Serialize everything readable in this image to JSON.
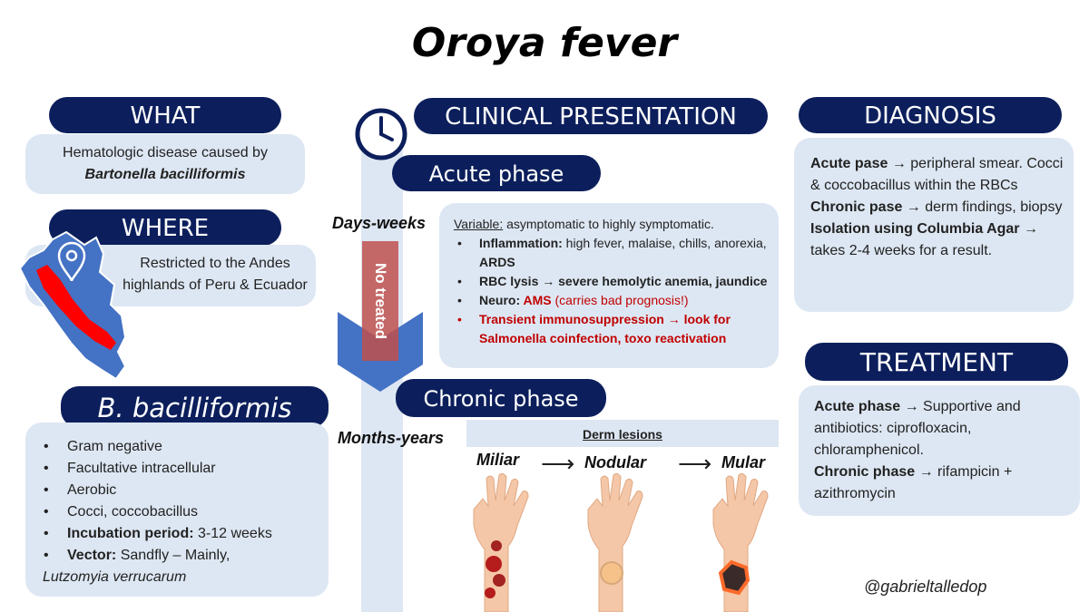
{
  "title": "Oroya fever",
  "what": {
    "heading": "WHAT",
    "line1": "Hematologic disease caused by",
    "organism": "Bartonella bacilliformis"
  },
  "where": {
    "heading": "WHERE",
    "text": "Restricted to the Andes highlands of Peru & Ecuador"
  },
  "bacteria": {
    "heading": "B. bacilliformis",
    "items": [
      {
        "b": "",
        "t": "Gram negative"
      },
      {
        "b": "",
        "t": "Facultative intracellular"
      },
      {
        "b": "",
        "t": "Aerobic"
      },
      {
        "b": "",
        "t": "Cocci, coccobacillus"
      },
      {
        "b": "Incubation period:",
        "t": " 3-12 weeks"
      },
      {
        "b": "Vector:",
        "t": " Sandfly – Mainly,"
      }
    ],
    "vector_species": "Lutzomyia verrucarum"
  },
  "clinical": {
    "heading": "CLINICAL PRESENTATION",
    "acute_label": "Acute phase",
    "acute_time": "Days-weeks",
    "arrow_label": "No treated",
    "variable_u": "Variable:",
    "variable_t": " asymptomatic to highly symptomatic.",
    "items": [
      {
        "b": "Inflammation:",
        "t": " high fever, malaise, chills, anorexia, ",
        "b2": "ARDS"
      },
      {
        "b": "RBC lysis",
        "t": " → ",
        "b2": "severe hemolytic anemia, jaundice"
      },
      {
        "b": "Neuro: ",
        "r": "AMS",
        "t": " (carries bad prognosis!)"
      },
      {
        "redall": "Transient immunosuppression → look for Salmonella coinfection, toxo reactivation"
      }
    ],
    "chronic_label": "Chronic phase",
    "chronic_time": "Months-years",
    "derm_heading": "Derm lesions",
    "lesions": [
      "Miliar",
      "Nodular",
      "Mular"
    ],
    "arrow_glyph": "⟶"
  },
  "diagnosis": {
    "heading": "DIAGNOSIS",
    "acute_b": "Acute pase",
    "acute_t": " → peripheral smear. Cocci & coccobacillus within the RBCs",
    "chronic_b": "Chronic pase",
    "chronic_t": " → derm findings, biopsy",
    "iso_b": "Isolation using Columbia Agar",
    "iso_t": " → takes 2-4 weeks for a result."
  },
  "treatment": {
    "heading": "TREATMENT",
    "acute_b": "Acute phase",
    "acute_t": " → Supportive and antibiotics: ciprofloxacin, chloramphenicol.",
    "chronic_b": "Chronic phase",
    "chronic_t": " → rifampicin + azithromycin"
  },
  "handle": "@gabrieltalledop",
  "colors": {
    "navy": "#0c1f5c",
    "panel": "#dde7f3",
    "red": "#c00000",
    "map_blue": "#4472c4",
    "map_red": "#ff0000"
  }
}
